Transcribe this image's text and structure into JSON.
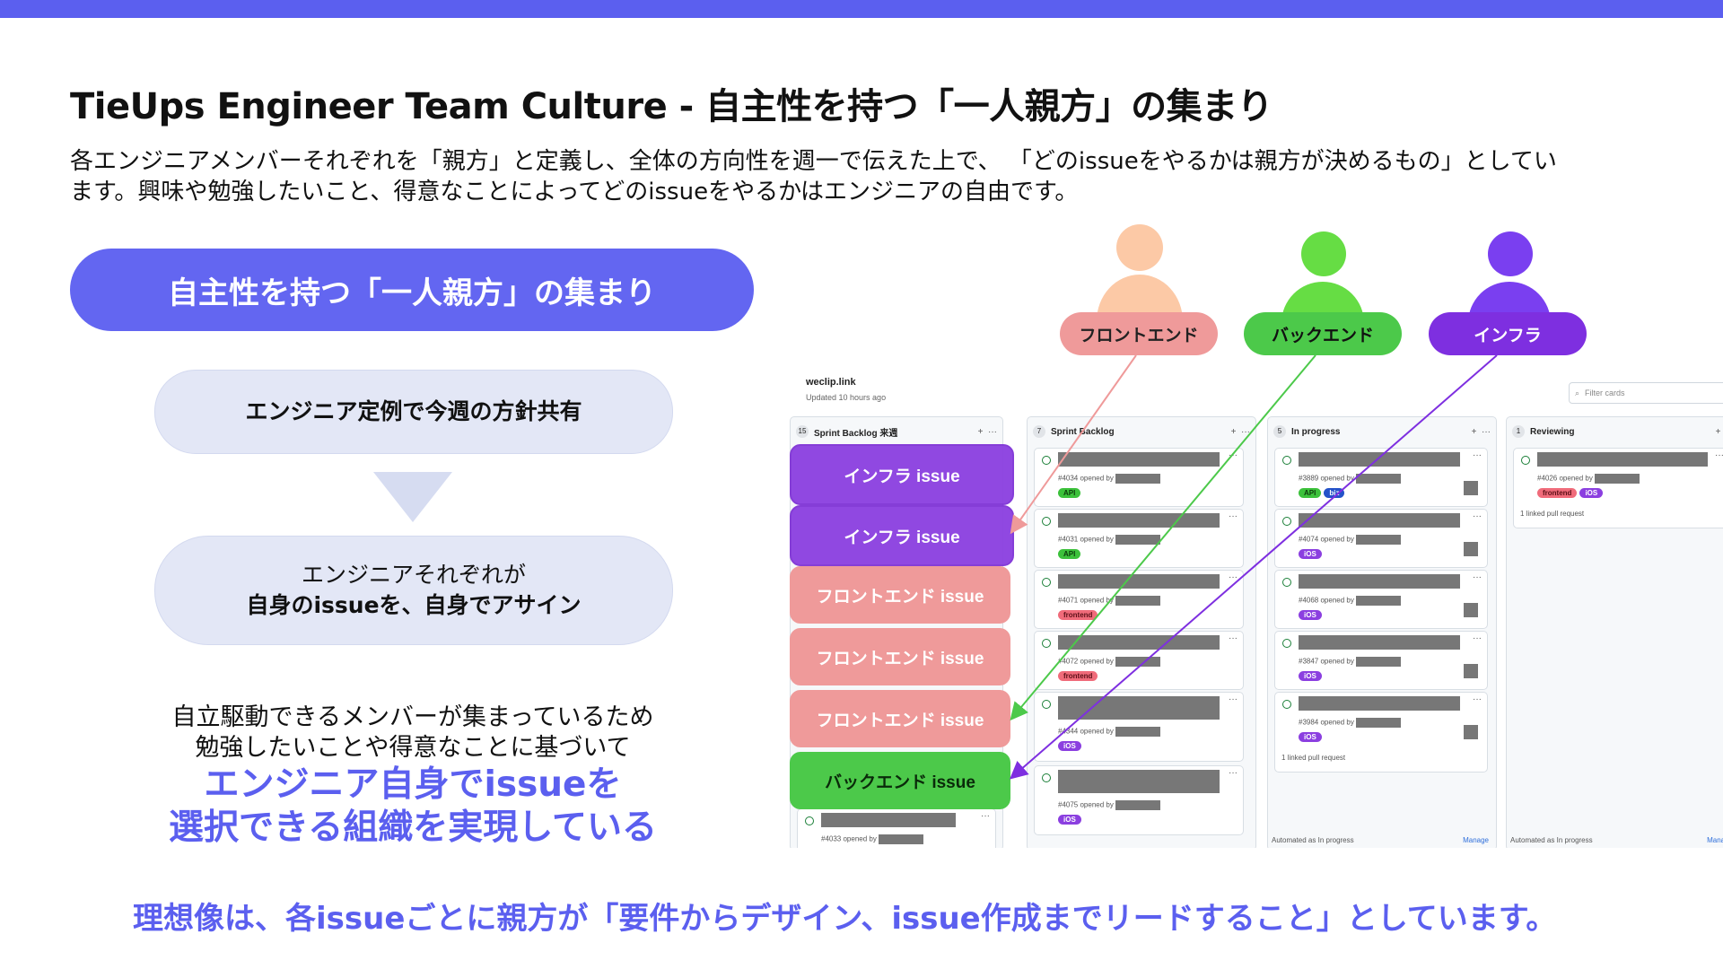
{
  "title": "TieUps Engineer Team Culture - 自主性を持つ「一人親方」の集まり",
  "lead_line1": "各エンジニアメンバーそれぞれを「親方」と定義し、全体の方向性を週一で伝えた上で、 「どのissueをやるかは親方が決めるもの」としてい",
  "lead_line2": "ます。興味や勉強したいこと、得意なことによってどのissueをやるかはエンジニアの自由です。",
  "main_pill": "自主性を持つ「一人親方」の集まり",
  "step1": "エンジニア定例で今週の方針共有",
  "step2_line1": "エンジニアそれぞれが",
  "step2_line2": "自身のissueを、自身でアサイン",
  "summary_line1": "自立駆動できるメンバーが集まっているため",
  "summary_line2": "勉強したいことや得意なことに基づいて",
  "summary_em1": "エンジニア自身でissueを",
  "summary_em2": "選択できる組織を実現している",
  "ideal": "理想像は、各issueごとに親方が「要件からデザイン、issue作成までリードすること」としています。",
  "roles": [
    {
      "label": "フロントエンド",
      "color": "#ef9a9a",
      "text_color": "#222222",
      "head_color": "#fcc9a6"
    },
    {
      "label": "バックエンド",
      "color": "#4cc94a",
      "text_color": "#111111",
      "head_color": "#66dd44"
    },
    {
      "label": "インフラ",
      "color": "#7e2fe0",
      "text_color": "#ffffff",
      "head_color": "#7a3ff0"
    }
  ],
  "board": {
    "name": "weclip.link",
    "updated": "Updated 10 hours ago",
    "filter_placeholder": "Filter cards",
    "columns": [
      {
        "count": "15",
        "title": "Sprint Backlog 来週"
      },
      {
        "count": "7",
        "title": "Sprint Backlog"
      },
      {
        "count": "5",
        "title": "In progress"
      },
      {
        "count": "1",
        "title": "Reviewing"
      }
    ],
    "overlays": [
      "インフラ issue",
      "インフラ issue",
      "フロントエンド issue",
      "フロントエンド issue",
      "フロントエンド issue",
      "バックエンド issue"
    ],
    "col1_bottom_meta": "#4033 opened by",
    "col2_cards": [
      {
        "meta": "#4034 opened by",
        "tags": [
          "API"
        ]
      },
      {
        "meta": "#4031 opened by",
        "tags": [
          "API"
        ]
      },
      {
        "meta": "#4071 opened by",
        "tags": [
          "frontend"
        ]
      },
      {
        "meta": "#4072 opened by",
        "tags": [
          "frontend"
        ]
      },
      {
        "meta": "#4344 opened by",
        "tags": [
          "iOS"
        ]
      },
      {
        "meta": "#4075 opened by",
        "tags": [
          "iOS"
        ]
      }
    ],
    "col3_cards": [
      {
        "meta": "#3889 opened by",
        "tags": [
          "API",
          "biz"
        ]
      },
      {
        "meta": "#4074 opened by",
        "tags": [
          "iOS"
        ]
      },
      {
        "meta": "#4068 opened by",
        "tags": [
          "iOS"
        ]
      },
      {
        "meta": "#3847 opened by",
        "tags": [
          "iOS"
        ]
      },
      {
        "meta": "#3984 opened by",
        "tags": [
          "iOS"
        ]
      }
    ],
    "col4_cards": [
      {
        "meta": "#4026 opened by",
        "tags": [
          "frontend",
          "iOS"
        ]
      }
    ],
    "linked_pr": "1 linked pull request",
    "automated": "Automated as",
    "automated_state": "In progress",
    "manage": "Manage",
    "add": "+",
    "more": "···"
  }
}
